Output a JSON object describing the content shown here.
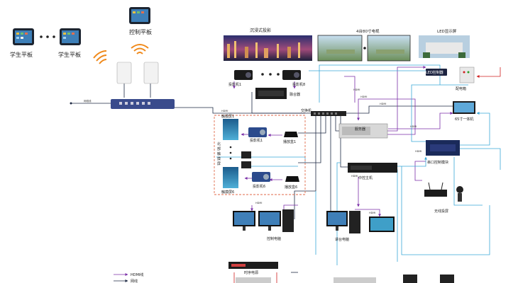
{
  "labels": {
    "student_tablet": "学生平板",
    "control_tablet": "控制平板",
    "immersive_projection": "沉浸式投影",
    "tv_wall": "4台80寸电视",
    "led_screen": "LED显示屏",
    "projector_1": "投影机1",
    "projector_8": "投影机8",
    "fusion_box": "融合器",
    "led_controller": "LED控制器",
    "power_box": "配电箱",
    "touch_screen_1": "触摸屏1",
    "touch_screen_6": "触摸屏6",
    "touch_area_label": "北 部 触 摸 屏",
    "top_projector_1": "投影机1",
    "top_projector_6": "投影机6",
    "player_1": "播放盒1",
    "player_6": "播放盒6",
    "switch_label": "交换机",
    "server": "服务器",
    "central_host": "中控主机",
    "aio_65": "65寸一体机",
    "serial_module": "串口控制模块",
    "wireless_cast": "无线投屏",
    "control_pc": "控制电脑",
    "podium_pc": "讲台电脑",
    "sequencer": "时序电源",
    "network_line": "网络线",
    "legend_hdmi": "HDMI线",
    "legend_net": "网线",
    "hdmi": "HDMI"
  },
  "colors": {
    "hdmi": "#7b2fa8",
    "network": "#1f2a44",
    "serial": "#3aa7d8",
    "power": "#d02020",
    "dashed_box": "#e06a4a"
  }
}
